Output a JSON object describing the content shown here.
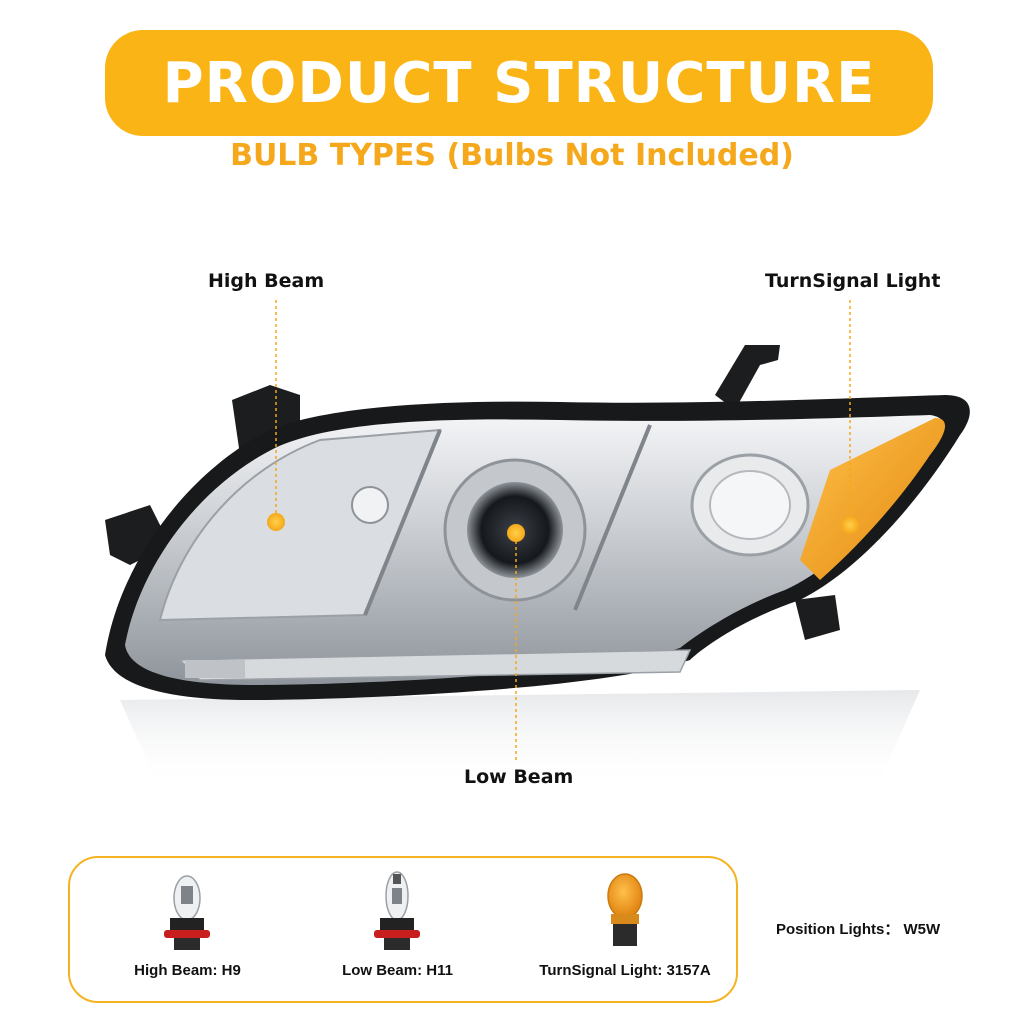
{
  "header": {
    "title": "PRODUCT STRUCTURE",
    "subtitle": "BULB TYPES (Bulbs Not Included)"
  },
  "callouts": {
    "high_beam": "High Beam",
    "turn_signal": "TurnSignal Light",
    "low_beam": "Low Beam"
  },
  "bulb_types": [
    {
      "label": "High Beam: H9"
    },
    {
      "label": "Low Beam: H11"
    },
    {
      "label": "TurnSignal Light: 3157A"
    }
  ],
  "position_lights": "Position Lights： W5W",
  "colors": {
    "accent": "#fbb416",
    "subtitle": "#f5a81b",
    "amber_lens": "#f29a1c",
    "chrome": "#c9cdd2"
  }
}
